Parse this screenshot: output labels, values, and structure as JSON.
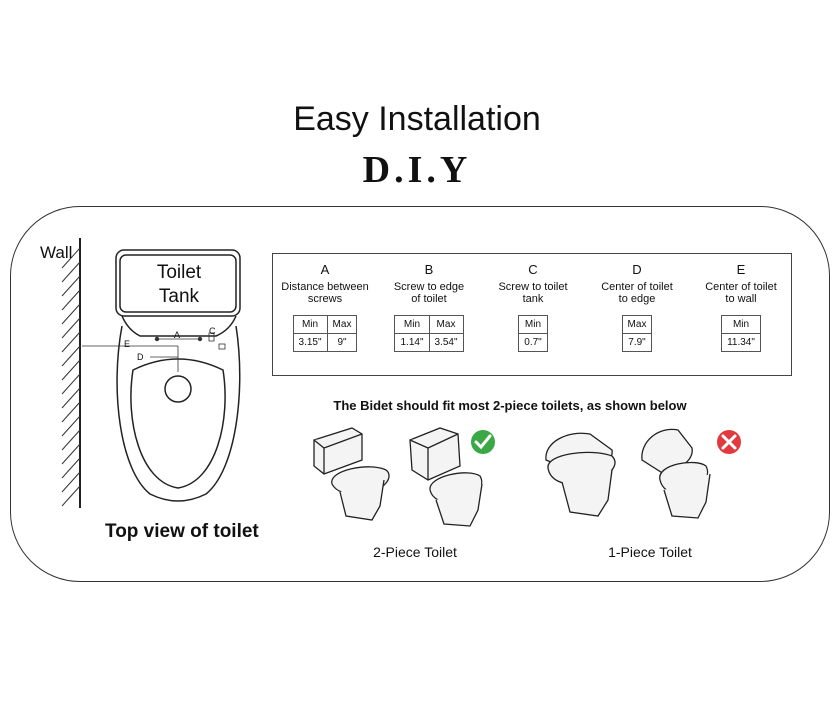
{
  "header": {
    "title": "Easy Installation",
    "subtitle": "D.I.Y"
  },
  "diagram": {
    "wall_label": "Wall",
    "tank_label_line1": "Toilet",
    "tank_label_line2": "Tank",
    "dimension_letters": {
      "a": "A",
      "c": "C",
      "d": "D",
      "e": "E"
    },
    "top_view_caption": "Top view of toilet"
  },
  "specs": [
    {
      "letter": "A",
      "desc1": "Distance between",
      "desc2": "screws",
      "headers": [
        "Min",
        "Max"
      ],
      "values": [
        "3.15\"",
        "9\""
      ]
    },
    {
      "letter": "B",
      "desc1": "Screw to edge",
      "desc2": "of toilet",
      "headers": [
        "Min",
        "Max"
      ],
      "values": [
        "1.14\"",
        "3.54\""
      ]
    },
    {
      "letter": "C",
      "desc1": "Screw to toilet",
      "desc2": "tank",
      "headers": [
        "Min"
      ],
      "values": [
        "0.7\""
      ]
    },
    {
      "letter": "D",
      "desc1": "Center of toilet",
      "desc2": "to edge",
      "headers": [
        "Max"
      ],
      "values": [
        "7.9\""
      ]
    },
    {
      "letter": "E",
      "desc1": "Center of toilet",
      "desc2": "to wall",
      "headers": [
        "Min"
      ],
      "values": [
        "11.34\""
      ]
    }
  ],
  "compat": {
    "caption": "The Bidet should fit most 2-piece toilets, as shown below",
    "two_piece_label": "2-Piece Toilet",
    "one_piece_label": "1-Piece Toilet",
    "ok_color": "#39a845",
    "bad_color": "#e0393e",
    "ok_icon": "check-icon",
    "bad_icon": "x-icon"
  }
}
